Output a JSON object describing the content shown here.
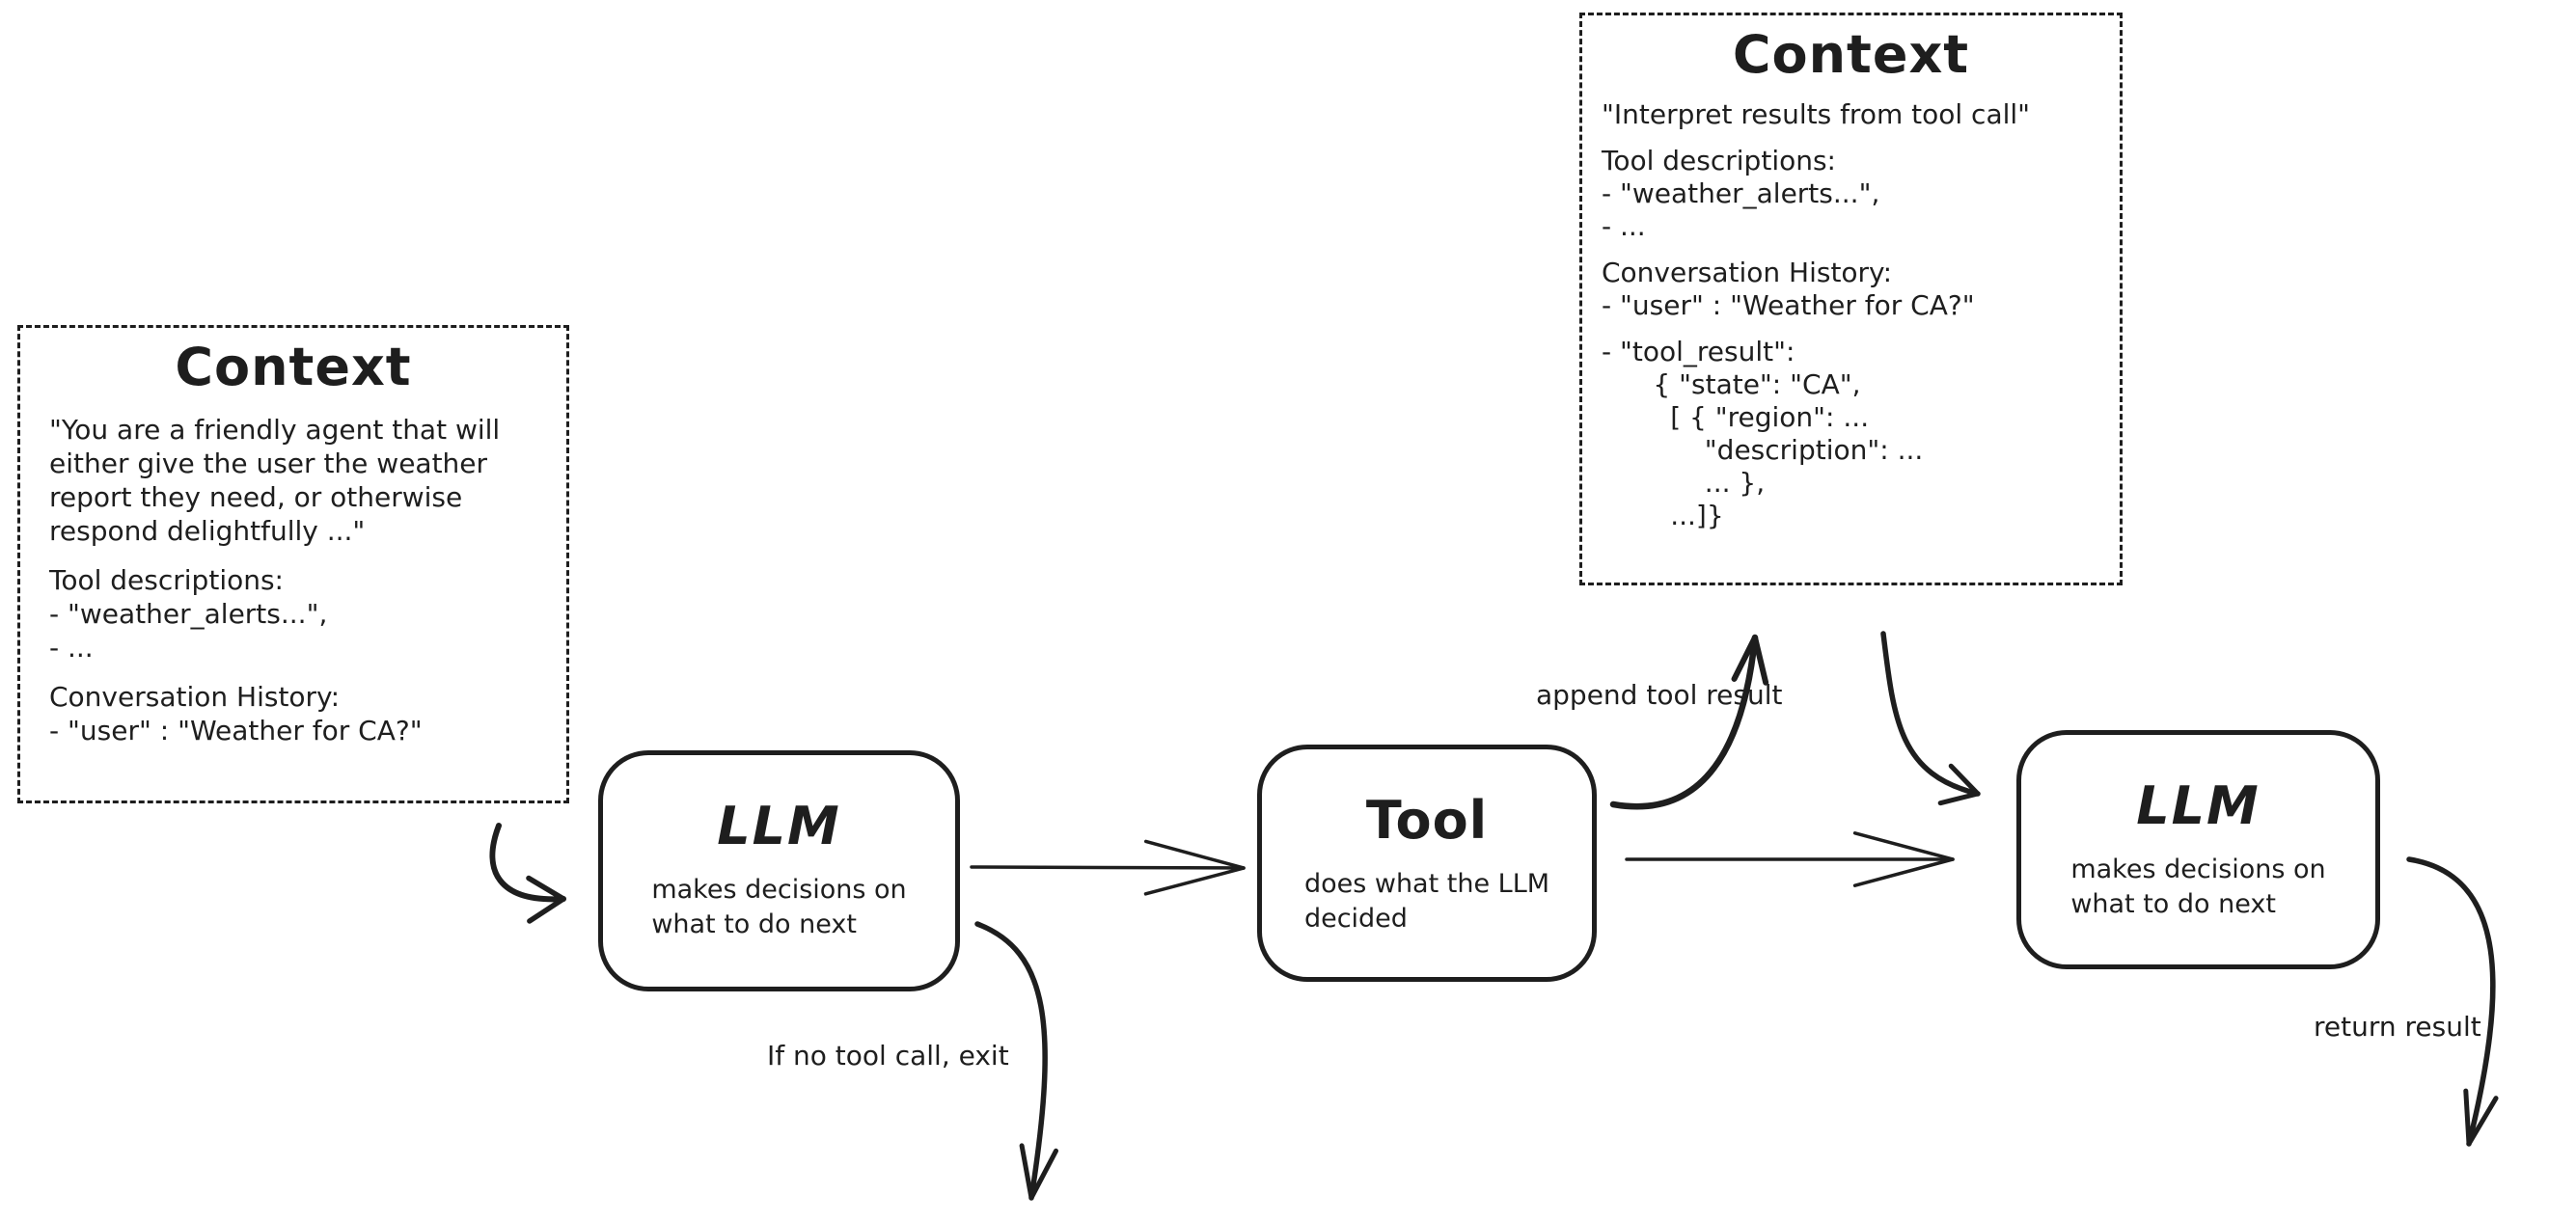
{
  "colors": {
    "ink": "#1e1e1e",
    "background": "#ffffff"
  },
  "context_left": {
    "title": "Context",
    "paragraphs": [
      [
        "\"You are a friendly agent that will",
        "either give the user the weather",
        "report they need, or otherwise",
        "respond delightfully ...\""
      ],
      [
        "Tool descriptions:",
        "- \"weather_alerts...\",",
        "- ..."
      ],
      [
        "Conversation History:",
        "- \"user\" : \"Weather for CA?\""
      ]
    ]
  },
  "context_top": {
    "title": "Context",
    "paragraphs": [
      [
        "\"Interpret results from tool call\""
      ],
      [
        "Tool descriptions:",
        "- \"weather_alerts...\",",
        "- ..."
      ],
      [
        "Conversation History:",
        "- \"user\" : \"Weather for CA?\""
      ],
      [
        "- \"tool_result\":",
        "      { \"state\": \"CA\",",
        "        [ { \"region\": ...",
        "            \"description\": ...",
        "            ... },",
        "        ...]}"
      ]
    ]
  },
  "nodes": {
    "llm_first": {
      "title": "LLM",
      "subtitle": "makes decisions on\nwhat to do next"
    },
    "tool": {
      "title": "Tool",
      "subtitle": "does what the LLM\ndecided"
    },
    "llm_second": {
      "title": "LLM",
      "subtitle": "makes decisions on\nwhat to do next"
    }
  },
  "edge_labels": {
    "append_tool_result": "append tool result",
    "if_no_tool_call_exit": "If no tool call, exit",
    "return_result": "return result"
  }
}
